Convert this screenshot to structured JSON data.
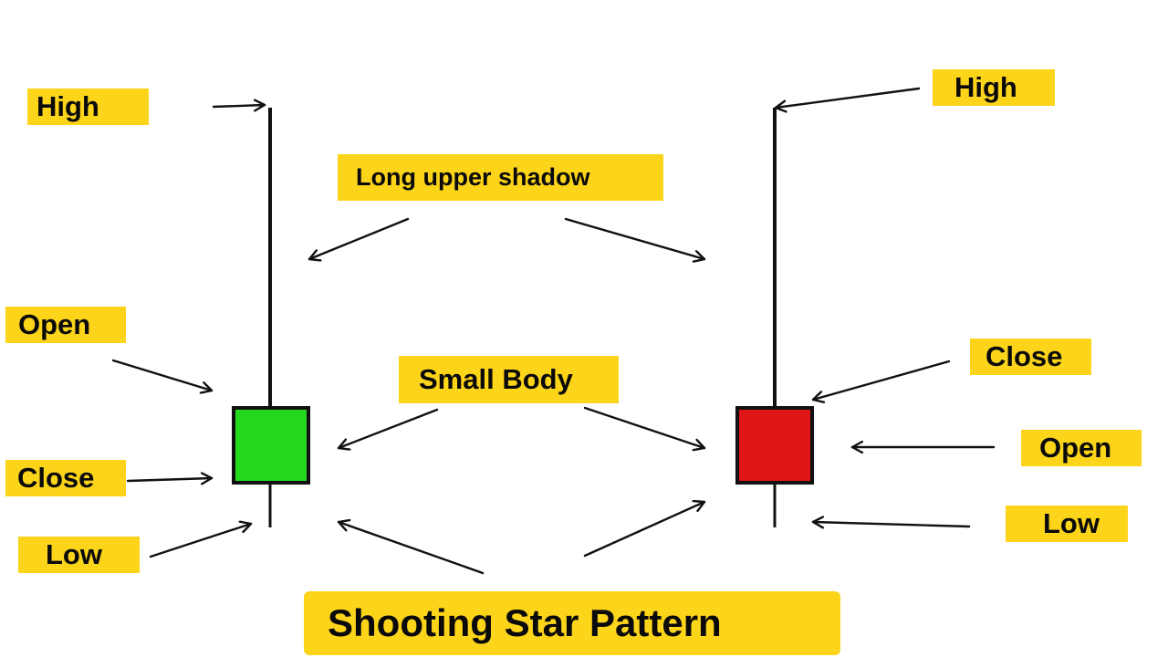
{
  "diagram": {
    "colors": {
      "label_background": "#fcd41a",
      "bullish_body": "#25d81d",
      "bearish_body": "#e01515",
      "wick": "#111111",
      "text": "#0a0a0a"
    },
    "left_candle": {
      "labels": {
        "high": "High",
        "open": "Open",
        "close": "Close",
        "low": "Low"
      }
    },
    "right_candle": {
      "labels": {
        "high": "High",
        "close": "Close",
        "open": "Open",
        "low": "Low"
      }
    },
    "callouts": {
      "upper_shadow": "Long upper shadow",
      "small_body": "Small Body"
    },
    "title": "Shooting Star Pattern"
  }
}
